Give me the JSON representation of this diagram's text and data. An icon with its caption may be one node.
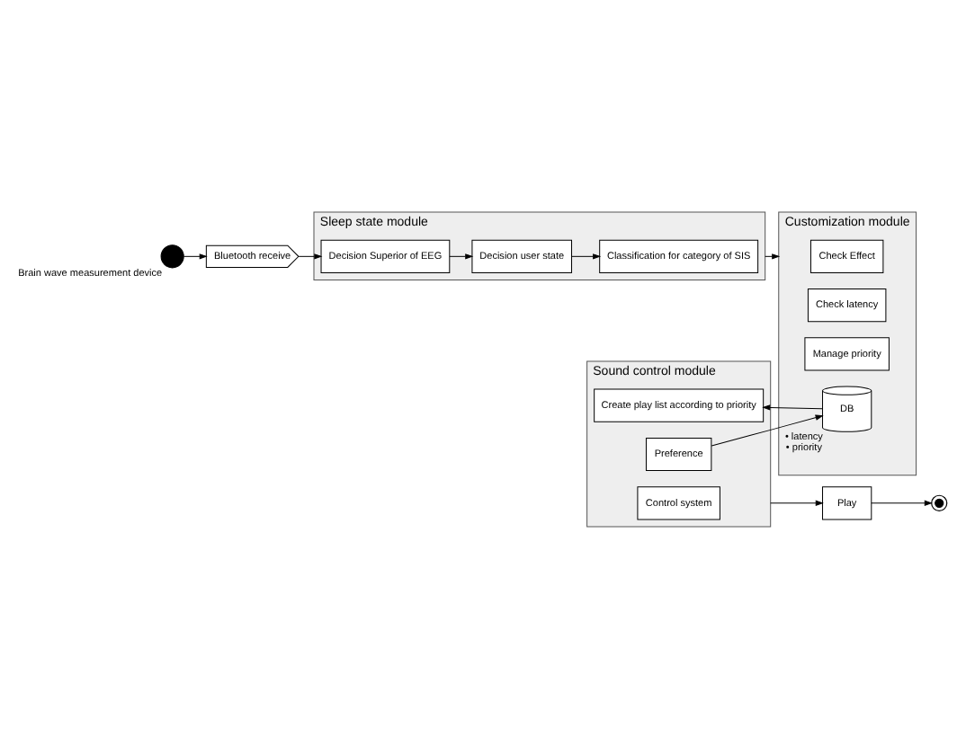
{
  "diagram": {
    "nodes": [
      {
        "text": [],
        "shape": "circle",
        "beside": [
          "Brain wave measurement device"
        ]
      },
      {
        "text": [
          "Bluetooth receive"
        ]
      },
      {
        "text": [
          "Sleep state module"
        ]
      },
      {
        "text": [
          "Decision Superior of EEG"
        ],
        "in": 2
      },
      {
        "text": [
          "Decision user state"
        ],
        "in": 2
      },
      {
        "text": [
          "Classification for category of SIS"
        ],
        "in": 2
      },
      {
        "text": [
          "Customization module"
        ]
      },
      {
        "text": [
          "Check Effect"
        ],
        "in": 6
      },
      {
        "text": [
          "Check latency"
        ],
        "in": 6
      },
      {
        "text": [
          "Manage priority"
        ],
        "in": 6
      },
      {
        "text": [
          "DB"
        ],
        "in": 6,
        "beside": [
          "• latency",
          "• priority"
        ]
      },
      {
        "text": [
          "Sound control module"
        ]
      },
      {
        "text": [
          "Create play list according to priority"
        ],
        "in": 11
      },
      {
        "text": [
          "Preference"
        ],
        "in": 11
      },
      {
        "text": [
          "Control system"
        ],
        "in": 11
      },
      {
        "text": [
          "Play"
        ]
      },
      {
        "text": [],
        "shape": "circle"
      }
    ],
    "edges": [
      {
        "from": 0,
        "to": 1,
        "arrow": "to"
      },
      {
        "from": 1,
        "to": 3,
        "arrow": "to"
      },
      {
        "from": 3,
        "to": 4,
        "arrow": "to"
      },
      {
        "from": 4,
        "to": 5,
        "arrow": "to"
      },
      {
        "from": 2,
        "to": 6,
        "arrow": "to"
      },
      {
        "from": 10,
        "to": 12,
        "arrow": "to"
      },
      {
        "from": 13,
        "to": 10,
        "arrow": "to"
      },
      {
        "from": 11,
        "to": 15,
        "arrow": "to"
      },
      {
        "from": 15,
        "to": 16,
        "arrow": "to"
      }
    ]
  }
}
